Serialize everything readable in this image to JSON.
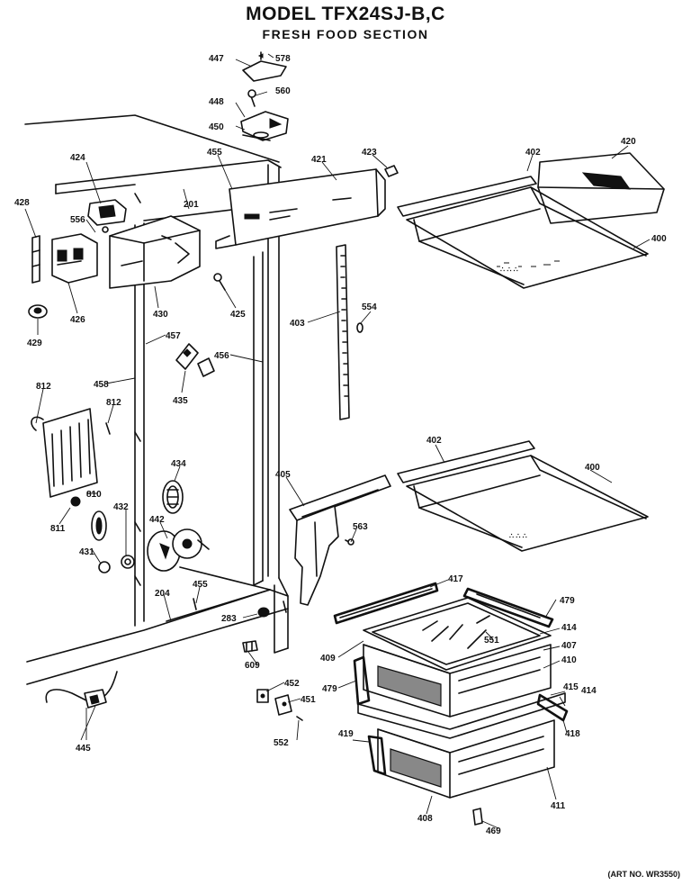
{
  "header": {
    "model_title": "MODEL TFX24SJ-B,C",
    "section_title": "FRESH FOOD SECTION"
  },
  "footer": {
    "art_no": "(ART NO. WR3550)"
  },
  "parts": [
    {
      "id": "p447",
      "label": "447"
    },
    {
      "id": "p578",
      "label": "578"
    },
    {
      "id": "p448",
      "label": "448"
    },
    {
      "id": "p560",
      "label": "560"
    },
    {
      "id": "p450",
      "label": "450"
    },
    {
      "id": "p424",
      "label": "424"
    },
    {
      "id": "p455a",
      "label": "455"
    },
    {
      "id": "p421",
      "label": "421"
    },
    {
      "id": "p423",
      "label": "423"
    },
    {
      "id": "p402a",
      "label": "402"
    },
    {
      "id": "p420",
      "label": "420"
    },
    {
      "id": "p428",
      "label": "428"
    },
    {
      "id": "p556",
      "label": "556"
    },
    {
      "id": "p201",
      "label": "201"
    },
    {
      "id": "p400a",
      "label": "400"
    },
    {
      "id": "p426",
      "label": "426"
    },
    {
      "id": "p430",
      "label": "430"
    },
    {
      "id": "p425",
      "label": "425"
    },
    {
      "id": "p554",
      "label": "554"
    },
    {
      "id": "p403",
      "label": "403"
    },
    {
      "id": "p429",
      "label": "429"
    },
    {
      "id": "p457",
      "label": "457"
    },
    {
      "id": "p456",
      "label": "456"
    },
    {
      "id": "p458",
      "label": "458"
    },
    {
      "id": "p435",
      "label": "435"
    },
    {
      "id": "p812a",
      "label": "812"
    },
    {
      "id": "p812b",
      "label": "812"
    },
    {
      "id": "p402b",
      "label": "402"
    },
    {
      "id": "p400b",
      "label": "400"
    },
    {
      "id": "p434",
      "label": "434"
    },
    {
      "id": "p405",
      "label": "405"
    },
    {
      "id": "p810",
      "label": "810"
    },
    {
      "id": "p811",
      "label": "811"
    },
    {
      "id": "p432",
      "label": "432"
    },
    {
      "id": "p442",
      "label": "442"
    },
    {
      "id": "p563",
      "label": "563"
    },
    {
      "id": "p431",
      "label": "431"
    },
    {
      "id": "p417",
      "label": "417"
    },
    {
      "id": "p479a",
      "label": "479"
    },
    {
      "id": "p204",
      "label": "204"
    },
    {
      "id": "p455b",
      "label": "455"
    },
    {
      "id": "p283",
      "label": "283"
    },
    {
      "id": "p414a",
      "label": "414"
    },
    {
      "id": "p551",
      "label": "551"
    },
    {
      "id": "p409",
      "label": "409"
    },
    {
      "id": "p407",
      "label": "407"
    },
    {
      "id": "p609",
      "label": "609"
    },
    {
      "id": "p410",
      "label": "410"
    },
    {
      "id": "p452",
      "label": "452"
    },
    {
      "id": "p479b",
      "label": "479"
    },
    {
      "id": "p451",
      "label": "451"
    },
    {
      "id": "p415",
      "label": "415"
    },
    {
      "id": "p414b",
      "label": "414"
    },
    {
      "id": "p445",
      "label": "445"
    },
    {
      "id": "p418",
      "label": "418"
    },
    {
      "id": "p552",
      "label": "552"
    },
    {
      "id": "p419",
      "label": "419"
    },
    {
      "id": "p411",
      "label": "411"
    },
    {
      "id": "p408",
      "label": "408"
    },
    {
      "id": "p469",
      "label": "469"
    }
  ]
}
